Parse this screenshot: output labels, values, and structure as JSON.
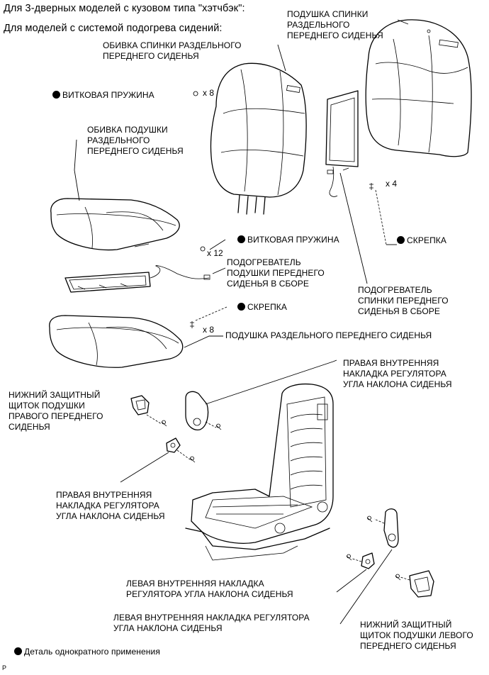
{
  "header": {
    "line1": "Для 3-дверных моделей с кузовом типа \"хэтчбэк\":",
    "line2": "Для моделей с системой подогрева сидений:"
  },
  "labels": {
    "seatback_pad": "ПОДУШКА СПИНКИ\nРАЗДЕЛЬНОГО\nПЕРЕДНЕГО СИДЕНЬЯ",
    "seatback_cover": "ОБИВКА СПИНКИ РАЗДЕЛЬНОГО\nПЕРЕДНЕГО СИДЕНЬЯ",
    "coil_spring_top": "ВИТКОВАЯ ПРУЖИНА",
    "cushion_cover": "ОБИВКА ПОДУШКИ\nРАЗДЕЛЬНОГО\nПЕРЕДНЕГО СИДЕНЬЯ",
    "coil_spring_mid": "ВИТКОВАЯ ПРУЖИНА",
    "cushion_heater": "ПОДОГРЕВАТЕЛЬ\nПОДУШКИ ПЕРЕДНЕГО\nСИДЕНЬЯ В СБОРЕ",
    "clip_right": "СКРЕПКА",
    "clip_mid": "СКРЕПКА",
    "seatback_heater": "ПОДОГРЕВАТЕЛЬ\nСПИНКИ ПЕРЕДНЕГО\nСИДЕНЬЯ В СБОРЕ",
    "cushion_pad": "ПОДУШКА РАЗДЕЛЬНОГО ПЕРЕДНЕГО СИДЕНЬЯ",
    "right_inner_recliner_top": "ПРАВАЯ ВНУТРЕННЯЯ\nНАКЛАДКА РЕГУЛЯТОРА\nУГЛА НАКЛОНА СИДЕНЬЯ",
    "lower_shield_right": "НИЖНИЙ ЗАЩИТНЫЙ\nЩИТОК ПОДУШКИ\nПРАВОГО ПЕРЕДНЕГО\nСИДЕНЬЯ",
    "right_inner_recliner_left": "ПРАВАЯ ВНУТРЕННЯЯ\nНАКЛАДКА РЕГУЛЯТОРА\nУГЛА НАКЛОНА СИДЕНЬЯ",
    "left_inner_recliner_1": "ЛЕВАЯ ВНУТРЕННЯЯ НАКЛАДКА\nРЕГУЛЯТОРА УГЛА НАКЛОНА СИДЕНЬЯ",
    "left_inner_recliner_2": "ЛЕВАЯ ВНУТРЕННЯЯ НАКЛАДКА РЕГУЛЯТОРА\nУГЛА НАКЛОНА СИДЕНЬЯ",
    "lower_shield_left": "НИЖНИЙ ЗАЩИТНЫЙ\nЩИТОК ПОДУШКИ ЛЕВОГО\nПЕРЕДНЕГО СИДЕНЬЯ"
  },
  "quantities": {
    "coil_top": "x 8",
    "coil_mid": "x 12",
    "clip_right": "x 4",
    "clip_mid": "x 8"
  },
  "legend": "Деталь однократного применения",
  "corner_mark": "P"
}
